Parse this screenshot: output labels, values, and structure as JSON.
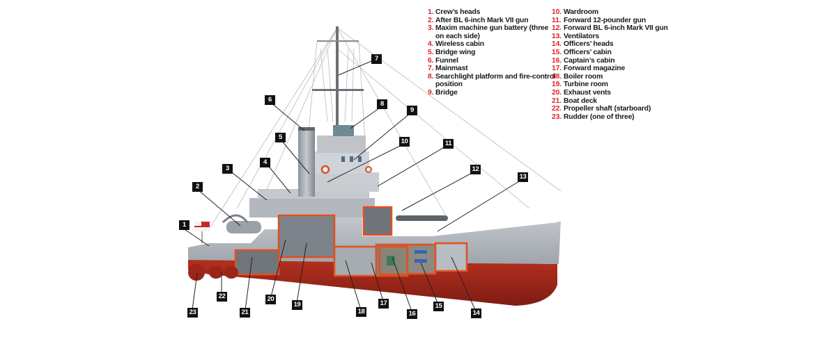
{
  "diagram": {
    "subject": "Cutaway illustration of a warship (monitor)",
    "colors": {
      "hull_lower": "#a8281c",
      "hull_upper": "#b7bcc2",
      "section_outline": "#e0501e",
      "legend_number": "#e0202a",
      "callout_bg": "#111111"
    },
    "legend": [
      {
        "n": "1.",
        "label": "Crew’s heads"
      },
      {
        "n": "2.",
        "label": "After BL 6-inch Mark VII gun"
      },
      {
        "n": "3.",
        "label": "Maxim machine gun battery (three on each side)"
      },
      {
        "n": "4.",
        "label": "Wireless cabin"
      },
      {
        "n": "5.",
        "label": "Bridge wing"
      },
      {
        "n": "6.",
        "label": "Funnel"
      },
      {
        "n": "7.",
        "label": "Mainmast"
      },
      {
        "n": "8.",
        "label": "Searchlight platform and fire-control position"
      },
      {
        "n": "9.",
        "label": "Bridge"
      },
      {
        "n": "10.",
        "label": "Wardroom"
      },
      {
        "n": "11.",
        "label": "Forward 12-pounder gun"
      },
      {
        "n": "12.",
        "label": "Forward BL 6-inch Mark VII gun"
      },
      {
        "n": "13.",
        "label": "Ventilators"
      },
      {
        "n": "14.",
        "label": "Officers’ heads"
      },
      {
        "n": "15.",
        "label": "Officers’ cabin"
      },
      {
        "n": "16.",
        "label": "Captain’s cabin"
      },
      {
        "n": "17.",
        "label": "Forward magazine"
      },
      {
        "n": "18.",
        "label": "Boiler room"
      },
      {
        "n": "19.",
        "label": "Turbine room"
      },
      {
        "n": "20.",
        "label": "Exhaust vents"
      },
      {
        "n": "21.",
        "label": "Boat deck"
      },
      {
        "n": "22.",
        "label": "Propeller shaft (starboard)"
      },
      {
        "n": "23.",
        "label": "Rudder (one of three)"
      }
    ],
    "callouts": [
      "1",
      "2",
      "3",
      "4",
      "5",
      "6",
      "7",
      "8",
      "9",
      "10",
      "11",
      "12",
      "13",
      "14",
      "15",
      "16",
      "17",
      "18",
      "19",
      "20",
      "21",
      "22",
      "23"
    ]
  }
}
